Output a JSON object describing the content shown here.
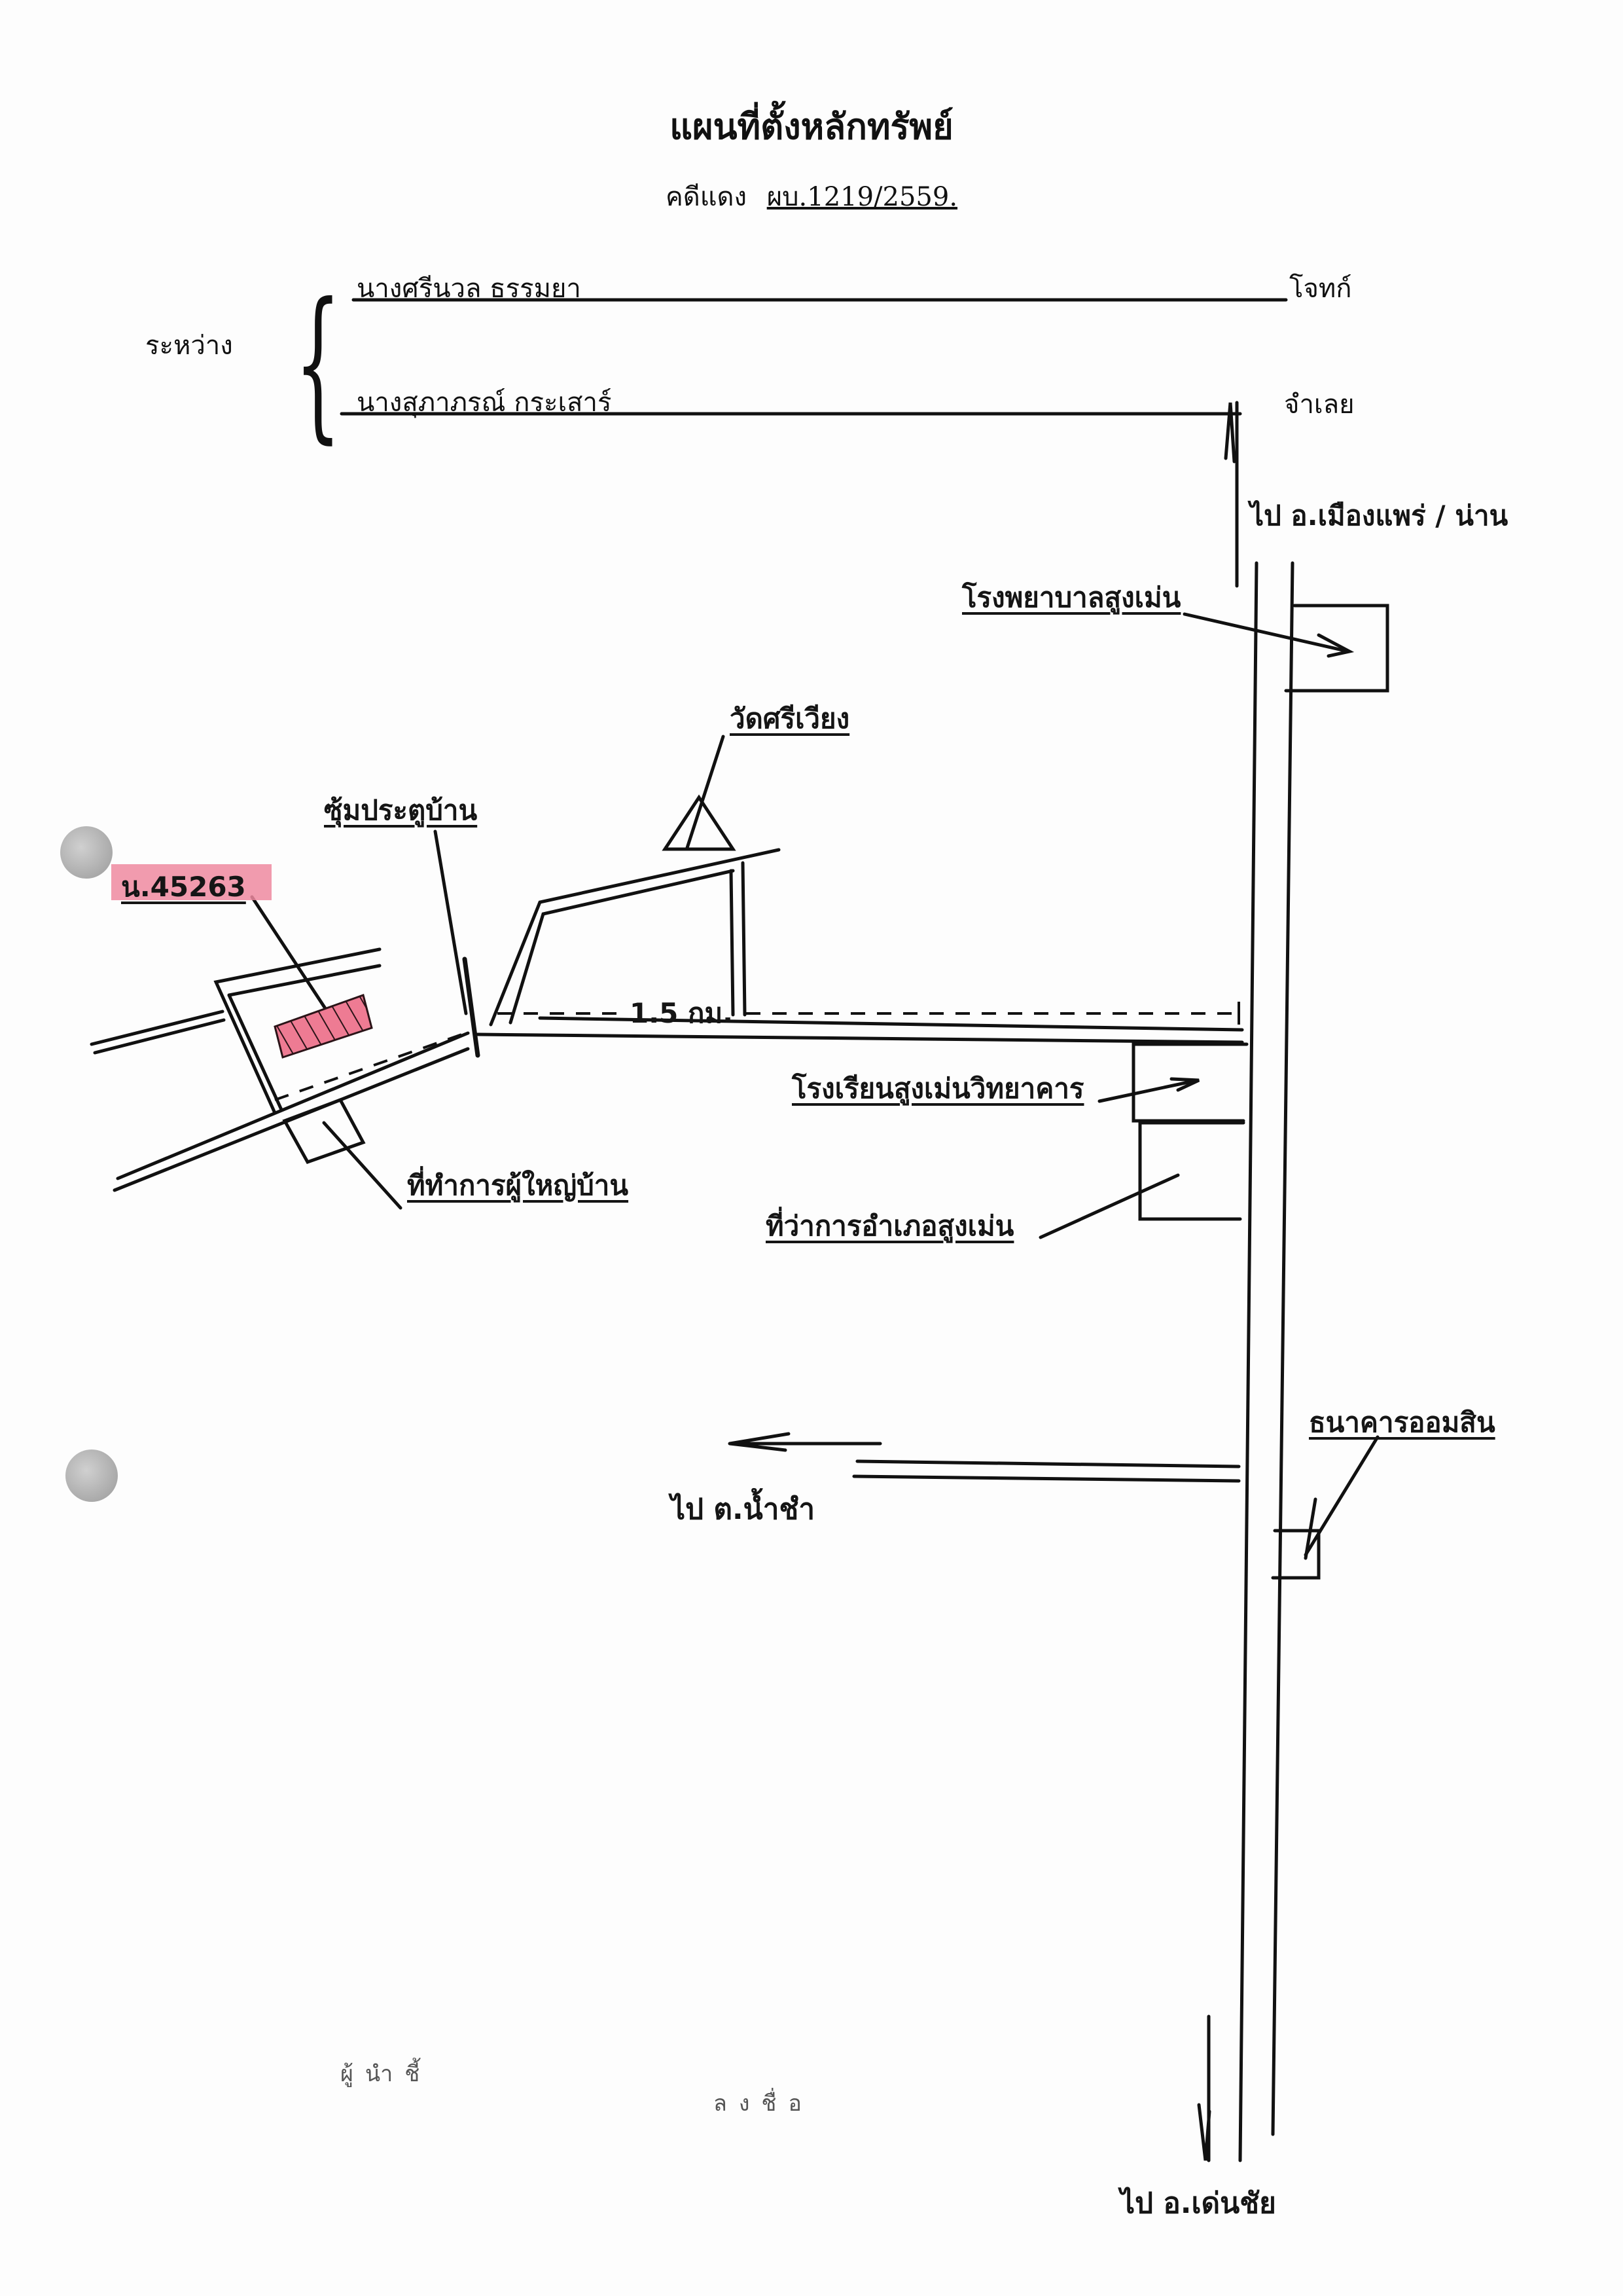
{
  "header": {
    "title": "แผนที่ตั้งหลักทรัพย์",
    "case_label": "คดีแดง",
    "case_number": "ผบ.1219/2559."
  },
  "parties": {
    "between_label": "ระหว่าง",
    "plaintiff_name": "นางศรีนวล ธรรมยา",
    "plaintiff_role": "โจทก์",
    "defendant_name": "นางสุภาภรณ์ กระเสาร์",
    "defendant_role": "จำเลย"
  },
  "map": {
    "parcel_label": "น.45263",
    "parcel_color": "#e8617f",
    "landmarks": {
      "village_headman_office": "ที่ทำการผู้ใหญ่บ้าน",
      "health_station": "ซุ้มประตูบ้าน",
      "temple": "วัดศรีเวียง",
      "hospital": "โรงพยาบาลสูงเม่น",
      "school": "โรงเรียนสูงเม่นวิทยาคาร",
      "district_office": "ที่ว่าการอำเภอสูงเม่น",
      "bank": "ธนาคารออมสิน"
    },
    "distance_label": "1.5 กม.",
    "directions": {
      "north": "ไป อ.เมืองแพร่ / น่าน",
      "west": "ไป ต.น้ำชำ",
      "south": "ไป อ.เด่นชัย"
    },
    "faint_text": {
      "bottom_left": "ผู้นำชี้ ",
      "bottom_mid": "ลงชื่อ"
    }
  }
}
